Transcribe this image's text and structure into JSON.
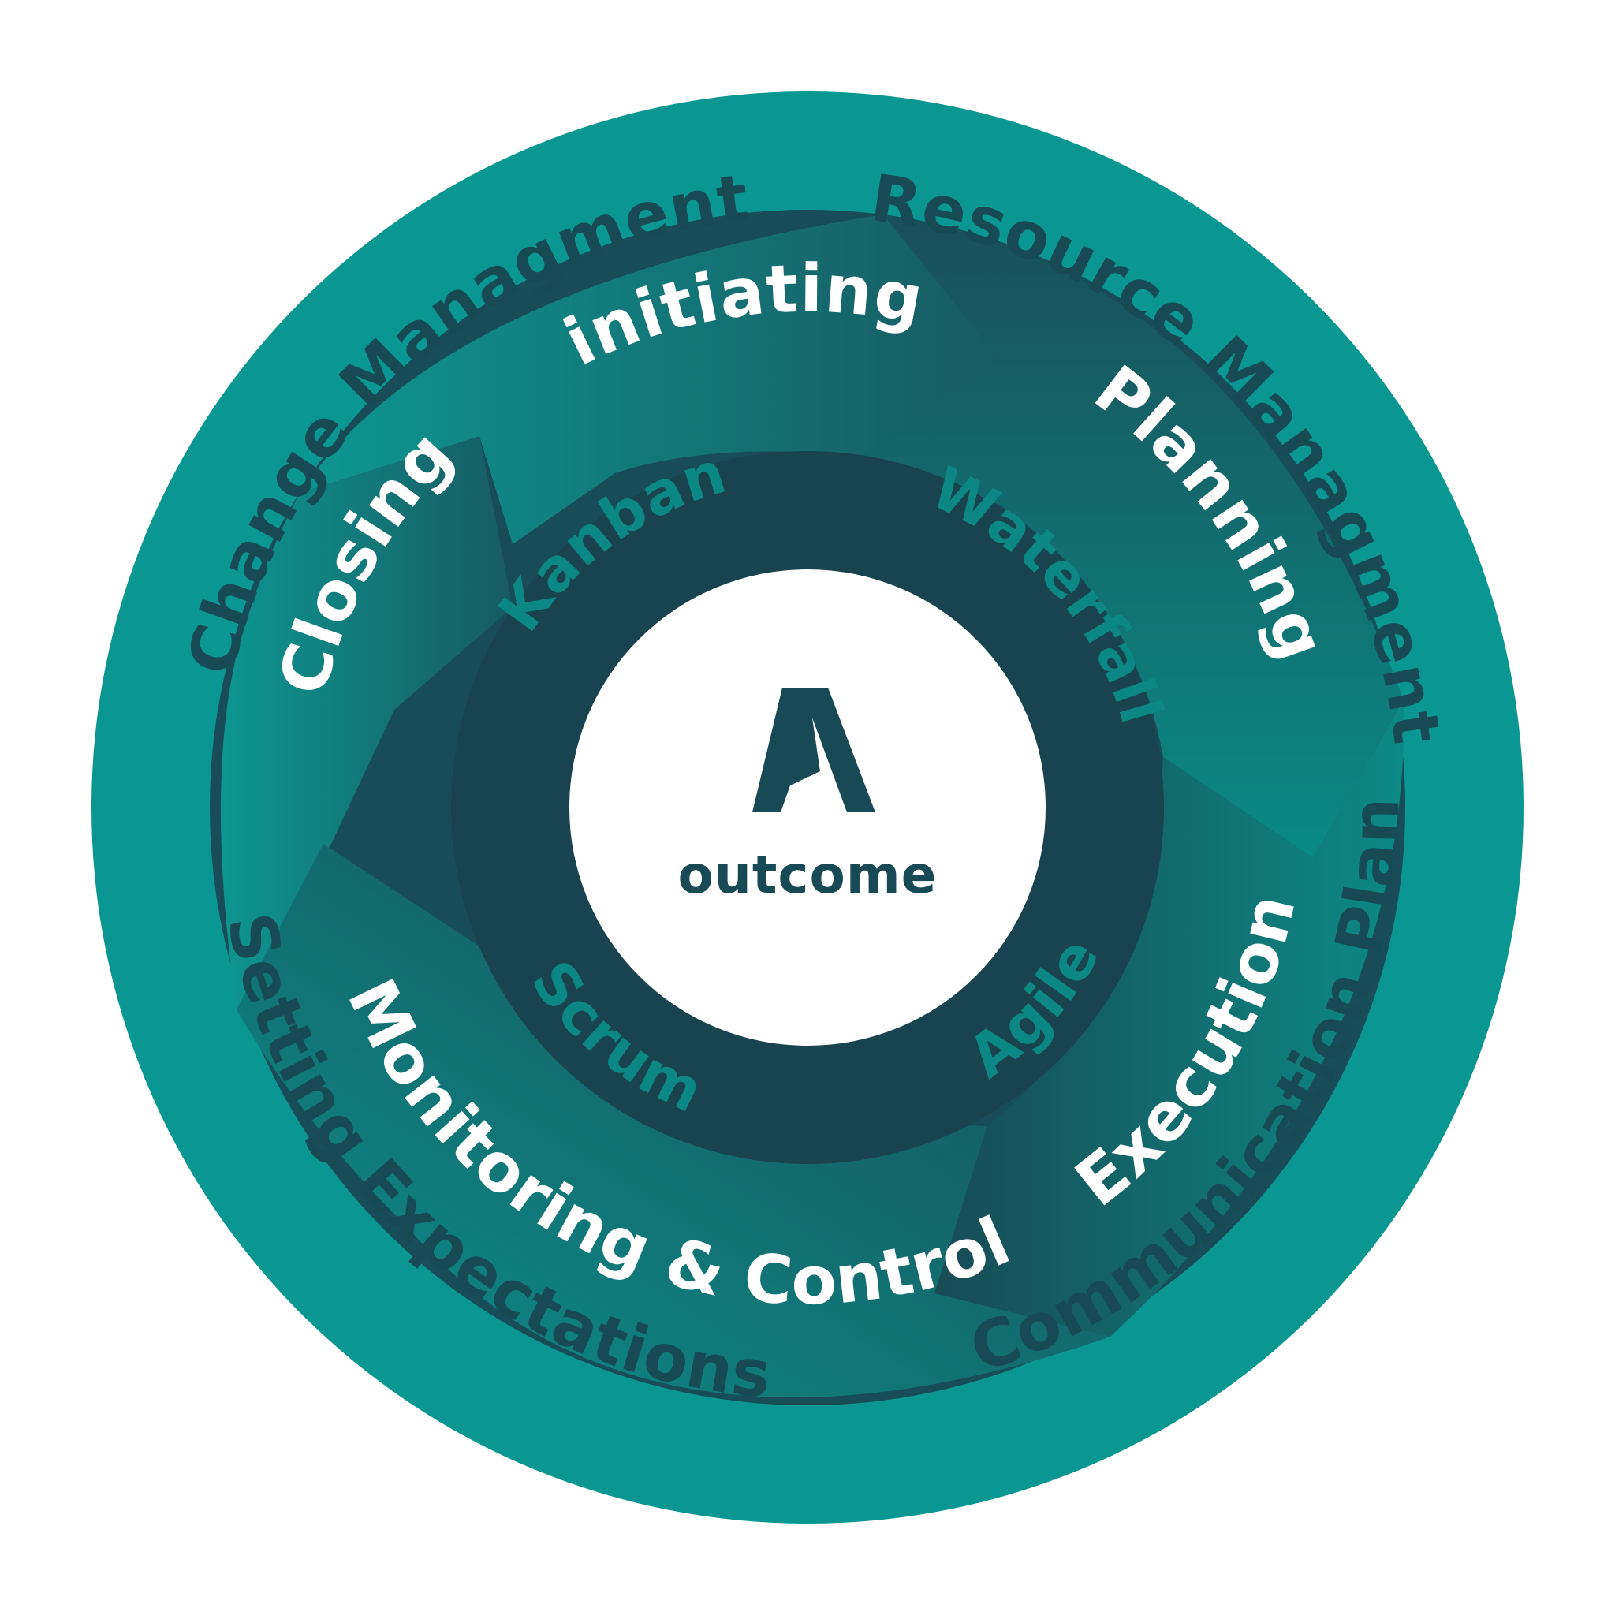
{
  "outer_ring": {
    "labels": [
      "Change Managment",
      "Resource Managment",
      "Communication Plan",
      "Setting Expectations"
    ]
  },
  "phases": {
    "labels": [
      "initiating",
      "Planning",
      "Execution",
      "Monitoring & Control",
      "Closing"
    ]
  },
  "methods": {
    "labels": [
      "Kanban",
      "Waterfall",
      "Agile",
      "Scrum"
    ]
  },
  "center": {
    "logo_letter": "A",
    "wordmark": "outcome"
  },
  "colors": {
    "outer_ring": "#0b9791",
    "arrow_light": "#0c908b",
    "arrow_dark": "#184a56",
    "inner_ring": "#18434f",
    "center": "#ffffff",
    "outer_text": "#174a55",
    "phase_text": "#ffffff",
    "method_text": "#0b8884"
  }
}
